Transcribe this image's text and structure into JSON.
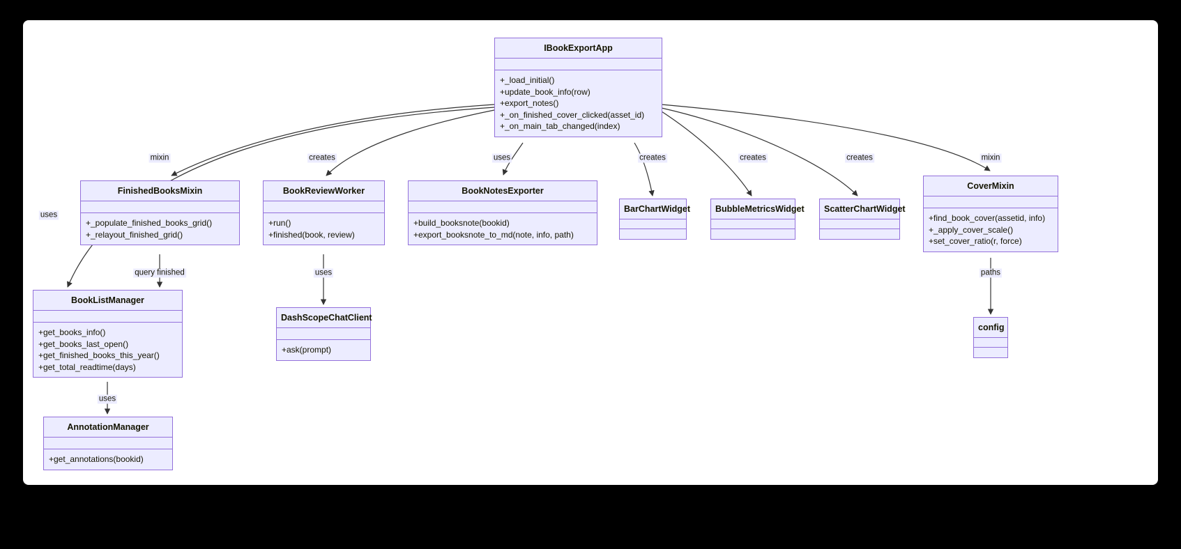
{
  "diagram": {
    "type": "uml-class-diagram",
    "background": "#000000",
    "surface": "#ffffff",
    "node_fill": "#ececff",
    "node_border": "#9370db",
    "text_color": "#131300",
    "edge_color": "#333333"
  },
  "classes": [
    {
      "id": "IBookExportApp",
      "name": "IBookExportApp",
      "attributes": [],
      "methods": [
        "+_load_initial()",
        "+update_book_info(row)",
        "+export_notes()",
        "+_on_finished_cover_clicked(asset_id)",
        "+_on_main_tab_changed(index)"
      ]
    },
    {
      "id": "FinishedBooksMixin",
      "name": "FinishedBooksMixin",
      "attributes": [],
      "methods": [
        "+_populate_finished_books_grid()",
        "+_relayout_finished_grid()"
      ]
    },
    {
      "id": "BookReviewWorker",
      "name": "BookReviewWorker",
      "attributes": [],
      "methods": [
        "+run()",
        "+finished(book, review)"
      ]
    },
    {
      "id": "BookNotesExporter",
      "name": "BookNotesExporter",
      "attributes": [],
      "methods": [
        "+build_booksnote(bookid)",
        "+export_booksnote_to_md(note, info, path)"
      ]
    },
    {
      "id": "BarChartWidget",
      "name": "BarChartWidget",
      "attributes": [],
      "methods": []
    },
    {
      "id": "BubbleMetricsWidget",
      "name": "BubbleMetricsWidget",
      "attributes": [],
      "methods": []
    },
    {
      "id": "ScatterChartWidget",
      "name": "ScatterChartWidget",
      "attributes": [],
      "methods": []
    },
    {
      "id": "CoverMixin",
      "name": "CoverMixin",
      "attributes": [],
      "methods": [
        "+find_book_cover(assetid, info)",
        "+_apply_cover_scale()",
        "+set_cover_ratio(r, force)"
      ]
    },
    {
      "id": "BookListManager",
      "name": "BookListManager",
      "attributes": [],
      "methods": [
        "+get_books_info()",
        "+get_books_last_open()",
        "+get_finished_books_this_year()",
        "+get_total_readtime(days)"
      ]
    },
    {
      "id": "DashScopeChatClient",
      "name": "DashScopeChatClient",
      "attributes": [],
      "methods": [
        "+ask(prompt)"
      ]
    },
    {
      "id": "AnnotationManager",
      "name": "AnnotationManager",
      "attributes": [],
      "methods": [
        "+get_annotations(bookid)"
      ]
    },
    {
      "id": "config",
      "name": "config",
      "attributes": [],
      "methods": []
    }
  ],
  "edges": [
    {
      "from": "IBookExportApp",
      "to": "FinishedBooksMixin",
      "label": "mixin"
    },
    {
      "from": "IBookExportApp",
      "to": "BookListManager",
      "label": "uses"
    },
    {
      "from": "IBookExportApp",
      "to": "BookReviewWorker",
      "label": "creates"
    },
    {
      "from": "IBookExportApp",
      "to": "BookNotesExporter",
      "label": "uses"
    },
    {
      "from": "IBookExportApp",
      "to": "BarChartWidget",
      "label": "creates"
    },
    {
      "from": "IBookExportApp",
      "to": "BubbleMetricsWidget",
      "label": "creates"
    },
    {
      "from": "IBookExportApp",
      "to": "ScatterChartWidget",
      "label": "creates"
    },
    {
      "from": "IBookExportApp",
      "to": "CoverMixin",
      "label": "mixin"
    },
    {
      "from": "FinishedBooksMixin",
      "to": "BookListManager",
      "label": "query finished"
    },
    {
      "from": "BookReviewWorker",
      "to": "DashScopeChatClient",
      "label": "uses"
    },
    {
      "from": "BookListManager",
      "to": "AnnotationManager",
      "label": "uses"
    },
    {
      "from": "CoverMixin",
      "to": "config",
      "label": "paths"
    }
  ]
}
